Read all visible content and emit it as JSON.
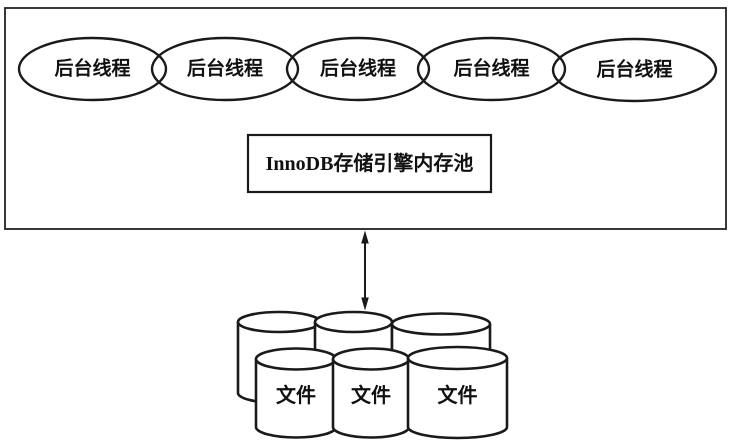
{
  "colors": {
    "stroke": "#1a1a1a",
    "background": "#ffffff",
    "text": "#111111"
  },
  "threads": [
    {
      "label": "后台线程"
    },
    {
      "label": "后台线程"
    },
    {
      "label": "后台线程"
    },
    {
      "label": "后台线程"
    },
    {
      "label": "后台线程"
    }
  ],
  "memory_pool": {
    "label": "InnoDB存储引擎内存池"
  },
  "files": [
    {
      "label": "文件"
    },
    {
      "label": "文件"
    },
    {
      "label": "文件"
    }
  ]
}
